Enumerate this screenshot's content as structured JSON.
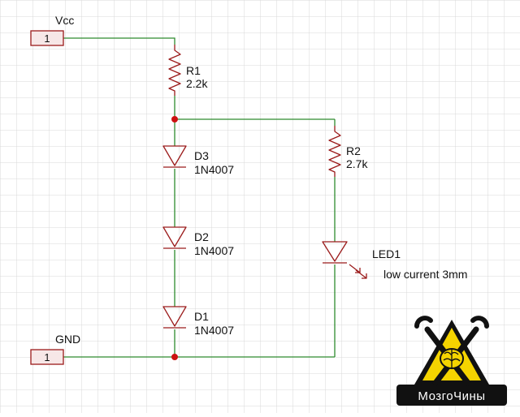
{
  "colors": {
    "wire": "#2e8b2e",
    "component": "#9b1b1b",
    "junction": "#cc1111",
    "grid": "#d9d9d9",
    "connector_fill": "#f7e7e7",
    "logo_yellow": "#f5d400",
    "logo_black": "#111111"
  },
  "connectors": {
    "vcc": {
      "label": "Vcc",
      "pin": "1"
    },
    "gnd": {
      "label": "GND",
      "pin": "1"
    }
  },
  "components": {
    "r1": {
      "ref": "R1",
      "value": "2.2k"
    },
    "r2": {
      "ref": "R2",
      "value": "2.7k"
    },
    "d3": {
      "ref": "D3",
      "value": "1N4007"
    },
    "d2": {
      "ref": "D2",
      "value": "1N4007"
    },
    "d1": {
      "ref": "D1",
      "value": "1N4007"
    },
    "led1": {
      "ref": "LED1",
      "value": "low current 3mm"
    }
  },
  "logo": {
    "text": "МозгоЧины",
    "icon": "brain-wrench-icon"
  }
}
